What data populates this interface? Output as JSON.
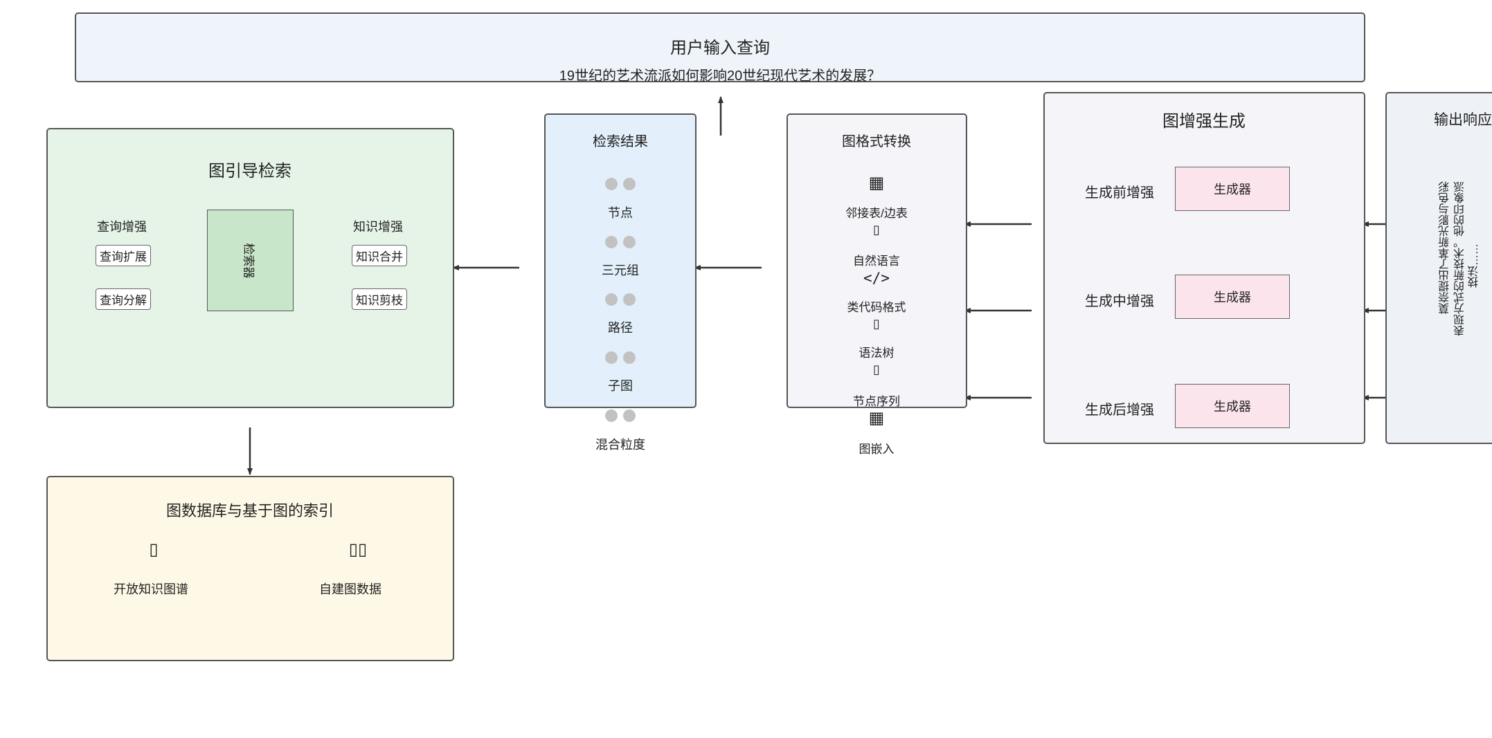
{
  "query": {
    "title": "用户输入查询",
    "question": "19世纪的艺术流派如何影响20世纪现代艺术的发展？"
  },
  "retrieval": {
    "title": "图引导检索",
    "left_heading": "查询增强",
    "left_tags": [
      "查询扩展",
      "查询分解"
    ],
    "retriever": "检索器",
    "right_heading": "知识增强",
    "right_tags": [
      "知识合并",
      "知识剪枝"
    ]
  },
  "results": {
    "title": "检索结果",
    "items": [
      "节点",
      "三元组",
      "路径",
      "子图",
      "混合粒度"
    ]
  },
  "format": {
    "title": "图格式转换",
    "items": [
      "邻接表/边表",
      "自然语言",
      "类代码格式",
      "语法树",
      "节点序列",
      "图嵌入"
    ],
    "icons": [
      "▦",
      "▯",
      "</>",
      "▯",
      "▦"
    ]
  },
  "generation": {
    "title": "图增强生成",
    "stages": [
      "生成前增强",
      "生成中增强",
      "生成后增强"
    ],
    "generator": "生成器"
  },
  "output": {
    "title": "输出响应",
    "lines": [
      "莫奈提出了革新光影与色彩",
      "表现方式的新技术。他的印象派",
      "技法……"
    ]
  },
  "database": {
    "title": "图数据库与基于图的索引",
    "sources": [
      {
        "icon": "▯",
        "label": "开放知识图谱"
      },
      {
        "icon": "▯▯",
        "label": "自建图数据"
      }
    ]
  },
  "colors": {
    "query_bg": "#eef4f9",
    "retrieval_bg": "#e6f4e8",
    "retriever_bg": "#c8e6c9",
    "results_bg": "#e3f0fc",
    "format_bg": "#f4f4f9",
    "generation_bg": "#f4f4f9",
    "generator_bg": "#fce4ec",
    "database_bg": "#fef8e6",
    "output_bg": "#eef2f7"
  }
}
